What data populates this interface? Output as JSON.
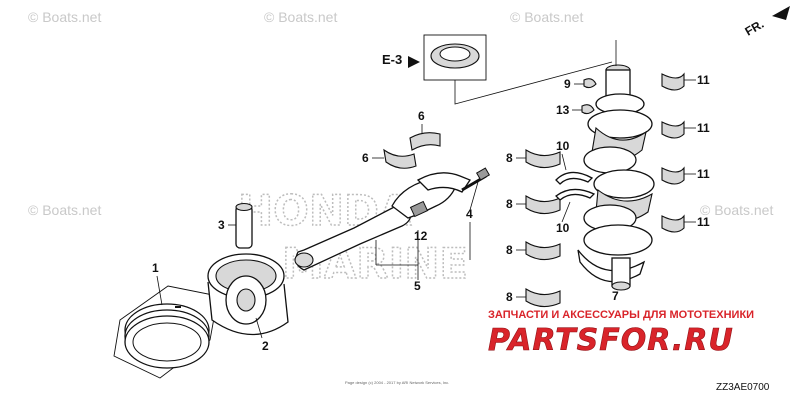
{
  "watermarks": [
    "© Boats.net",
    "© Boats.net",
    "© Boats.net",
    "© Boats.net",
    "© Boats.net"
  ],
  "brand_overlay": {
    "line1": "HONDA",
    "line2": "MARINE"
  },
  "promo": {
    "tagline": "ЗАПЧАСТИ И АКСЕССУАРЫ ДЛЯ МОТОТЕХНИКИ",
    "logo": "PARTSFOR.RU",
    "logo_color": "#d9242a"
  },
  "direction_marker": "FR.",
  "reference_marker": "E-3",
  "callouts": {
    "c1": "1",
    "c2": "2",
    "c3": "3",
    "c4": "4",
    "c5": "5",
    "c6": "6",
    "c7": "7",
    "c8a": "8",
    "c8b": "8",
    "c8c": "8",
    "c8d": "8",
    "c9": "9",
    "c10a": "10",
    "c10b": "10",
    "c11a": "11",
    "c11b": "11",
    "c11c": "11",
    "c11d": "11",
    "c12": "12",
    "c13": "13"
  },
  "diagram_code": "ZZ3AE0700",
  "fine_print": "Page design (c) 2004 - 2017 by ARI Network Services, Inc."
}
